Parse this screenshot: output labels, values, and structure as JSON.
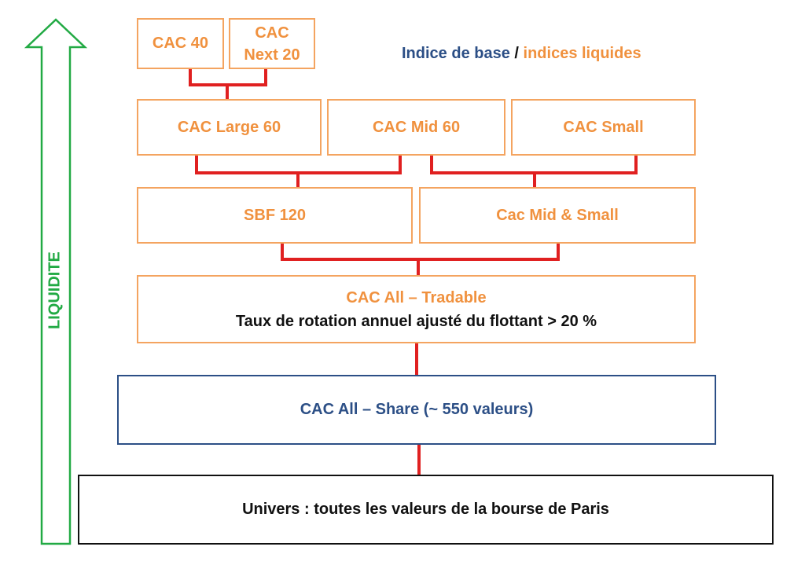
{
  "legend": {
    "base": "Indice de base",
    "separator": "/",
    "liquid": "indices liquides"
  },
  "axis_label": "LIQUIDITE",
  "boxes": {
    "cac40": "CAC 40",
    "cac_next20_line1": "CAC",
    "cac_next20_line2": "Next 20",
    "cac_large60": "CAC Large 60",
    "cac_mid60": "CAC Mid 60",
    "cac_small": "CAC Small",
    "sbf120": "SBF 120",
    "cac_mid_small": "Cac Mid & Small",
    "cac_all_tradable": "CAC All – Tradable",
    "tradable_criterion": "Taux de rotation annuel ajusté du flottant > 20 %",
    "cac_all_share": "CAC All – Share (~ 550 valeurs)",
    "universe": "Univers : toutes les valeurs de la bourse de Paris"
  },
  "colors": {
    "liquid_index": "#f0913e",
    "base_index": "#2c4f86",
    "connector": "#e02020",
    "arrow": "#22aa44"
  }
}
